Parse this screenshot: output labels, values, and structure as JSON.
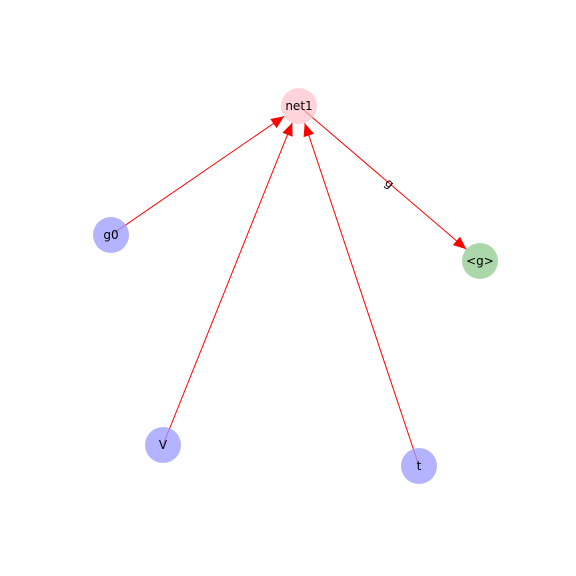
{
  "graph": {
    "nodes": [
      {
        "id": "net1",
        "label": "net1",
        "color": "#ffc0cb",
        "opacity": 0.7
      },
      {
        "id": "g0",
        "label": "g0",
        "color": "#9999ff",
        "opacity": 0.75
      },
      {
        "id": "V",
        "label": "V",
        "color": "#9999ff",
        "opacity": 0.75
      },
      {
        "id": "t",
        "label": "t",
        "color": "#9999ff",
        "opacity": 0.75
      },
      {
        "id": "g_out",
        "label": "<g>",
        "color": "#8fc98f",
        "opacity": 0.75
      }
    ],
    "edges": [
      {
        "id": "edge-g0-net1",
        "source": "g0",
        "target": "net1",
        "label": "",
        "color": "#ff0000"
      },
      {
        "id": "edge-v-net1",
        "source": "V",
        "target": "net1",
        "label": "",
        "color": "#ff0000"
      },
      {
        "id": "edge-t-net1",
        "source": "t",
        "target": "net1",
        "label": "",
        "color": "#ff0000"
      },
      {
        "id": "edge-net1-gout",
        "source": "net1",
        "target": "g_out",
        "label": "g",
        "color": "#ff0000"
      }
    ]
  }
}
